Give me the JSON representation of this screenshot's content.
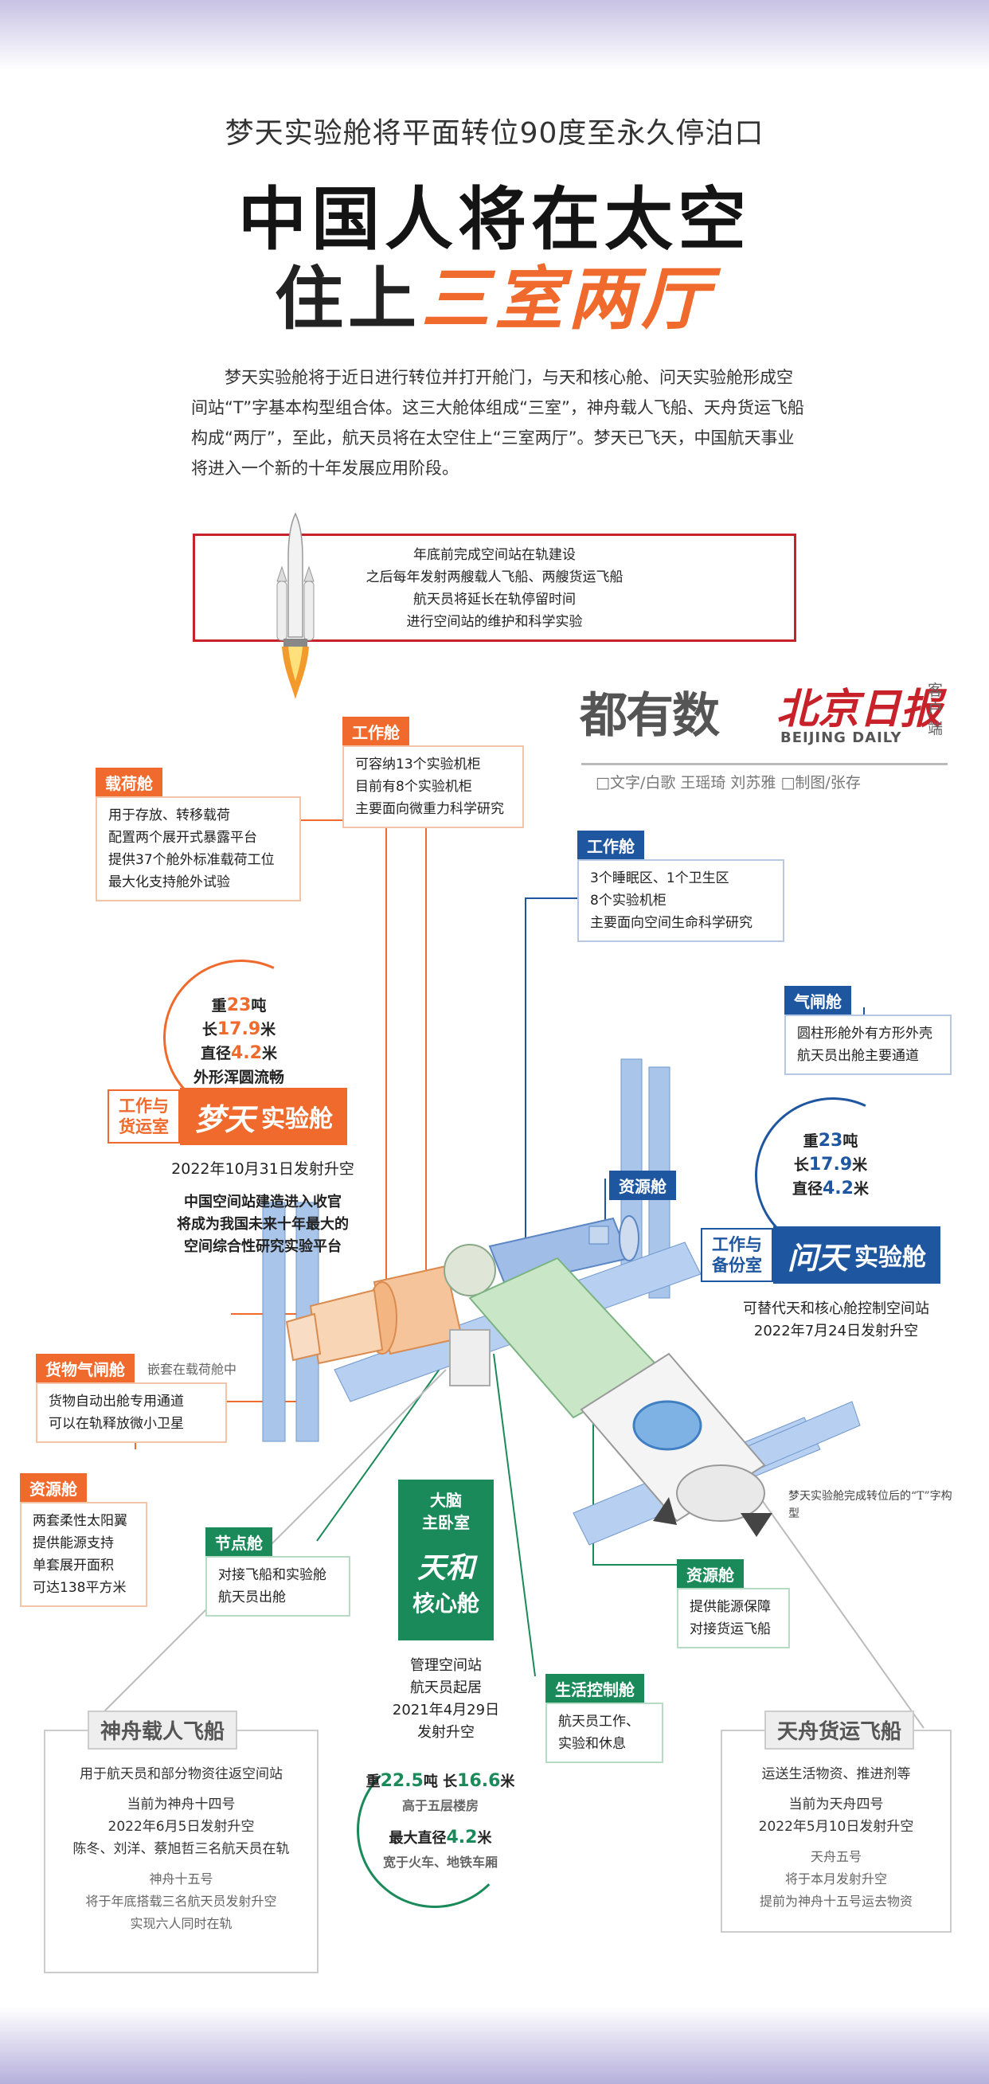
{
  "header": {
    "subtitle": "梦天实验舱将平面转位90度至永久停泊口",
    "title_line1": "中国人将在太空",
    "title_line2_a": "住上",
    "title_line2_b": "三室两厅"
  },
  "intro": "梦天实验舱将于近日进行转位并打开舱门，与天和核心舱、问天实验舱形成空间站“T”字基本构型组合体。这三大舱体组成“三室”，神舟载人飞船、天舟货运飞船构成“两厅”，至此，航天员将在太空住上“三室两厅”。梦天已飞天，中国航天事业将进入一个新的十年发展应用阶段。",
  "notice": [
    "年底前完成空间站在轨建设",
    "之后每年发射两艘载人飞船、两艘货运飞船",
    "航天员将延长在轨停留时间",
    "进行空间站的维护和科学实验"
  ],
  "brand": {
    "logo_a": "都有数",
    "logo_b": "北京日报",
    "logo_b_en": "BEIJING DAILY",
    "logo_b_side": "客户端",
    "credits": "□文字/白歌  王瑶琦  刘苏雅   □制图/张存"
  },
  "mengtian": {
    "cargo": {
      "tag": "载荷舱",
      "lines": [
        "用于存放、转移载荷",
        "配置两个展开式暴露平台",
        "提供37个舱外标准载荷工位",
        "最大化支持舱外试验"
      ]
    },
    "work": {
      "tag": "工作舱",
      "lines": [
        "可容纳13个实验机柜",
        "目前有8个实验机柜",
        "主要面向微重力科学研究"
      ]
    },
    "stats": {
      "w_pre": "重",
      "w": "23",
      "w_unit": "吨",
      "l_pre": "长",
      "l": "17.9",
      "l_unit": "米",
      "d_pre": "直径",
      "d": "4.2",
      "d_unit": "米",
      "note": "外形浑圆流畅"
    },
    "badge_label_1": "工作与",
    "badge_label_2": "货运室",
    "name": "梦天",
    "name_suffix": "实验舱",
    "launch": "2022年10月31日发射升空",
    "desc": [
      "中国空间站建造进入收官",
      "将成为我国未来十年最大的",
      "空间综合性研究实验平台"
    ],
    "airlock": {
      "tag": "货物气闸舱",
      "note": "嵌套在载荷舱中",
      "lines": [
        "货物自动出舱专用通道",
        "可以在轨释放微小卫星"
      ]
    },
    "power": {
      "tag": "资源舱",
      "lines": [
        "两套柔性太阳翼",
        "提供能源支持",
        "单套展开面积",
        "可达138平方米"
      ]
    }
  },
  "wentian": {
    "work": {
      "tag": "工作舱",
      "lines": [
        "3个睡眠区、1个卫生区",
        "8个实验机柜",
        "主要面向空间生命科学研究"
      ]
    },
    "airlock": {
      "tag": "气闸舱",
      "lines": [
        "圆柱形舱外有方形外壳",
        "航天员出舱主要通道"
      ]
    },
    "stats": {
      "w_pre": "重",
      "w": "23",
      "w_unit": "吨",
      "l_pre": "长",
      "l": "17.9",
      "l_unit": "米",
      "d_pre": "直径",
      "d": "4.2",
      "d_unit": "米"
    },
    "power_tag": "资源舱",
    "badge_label_1": "工作与",
    "badge_label_2": "备份室",
    "name": "问天",
    "name_suffix": "实验舱",
    "desc": [
      "可替代天和核心舱控制空间站",
      "2022年7月24日发射升空"
    ]
  },
  "tianhe": {
    "node": {
      "tag": "节点舱",
      "lines": [
        "对接飞船和实验舱",
        "航天员出舱"
      ]
    },
    "label_1": "大脑",
    "label_2": "主卧室",
    "name_1": "天和",
    "name_2": "核心舱",
    "desc": [
      "管理空间站",
      "航天员起居",
      "2021年4月29日",
      "发射升空"
    ],
    "life": {
      "tag": "生活控制舱",
      "lines": [
        "航天员工作、",
        "实验和休息"
      ]
    },
    "power": {
      "tag": "资源舱",
      "lines": [
        "提供能源保障",
        "对接货运飞船"
      ]
    },
    "stats": {
      "w_pre": "重",
      "w": "22.5",
      "w_unit": "吨",
      "l_pre": "长",
      "l": "16.6",
      "l_unit": "米",
      "note1": "高于五层楼房",
      "d_pre": "最大直径",
      "d": "4.2",
      "d_unit": "米",
      "note2": "宽于火车、地铁车厢"
    }
  },
  "caption": "梦天实验舱完成转位后的“T”字构型",
  "shenzhou": {
    "tag": "神舟载人飞船",
    "lines": [
      "用于航天员和部分物资往返空间站",
      "当前为神舟十四号",
      "2022年6月5日发射升空",
      "陈冬、刘洋、蔡旭哲三名航天员在轨"
    ],
    "small": [
      "神舟十五号",
      "将于年底搭载三名航天员发射升空",
      "实现六人同时在轨"
    ]
  },
  "tianzhou": {
    "tag": "天舟货运飞船",
    "lines": [
      "运送生活物资、推进剂等",
      "当前为天舟四号",
      "2022年5月10日发射升空"
    ],
    "small": [
      "天舟五号",
      "将于本月发射升空",
      "提前为神舟十五号运去物资"
    ]
  },
  "colors": {
    "orange": "#ef6a2c",
    "blue": "#1e56a0",
    "green": "#1b8a5a",
    "red": "#c8212a"
  }
}
